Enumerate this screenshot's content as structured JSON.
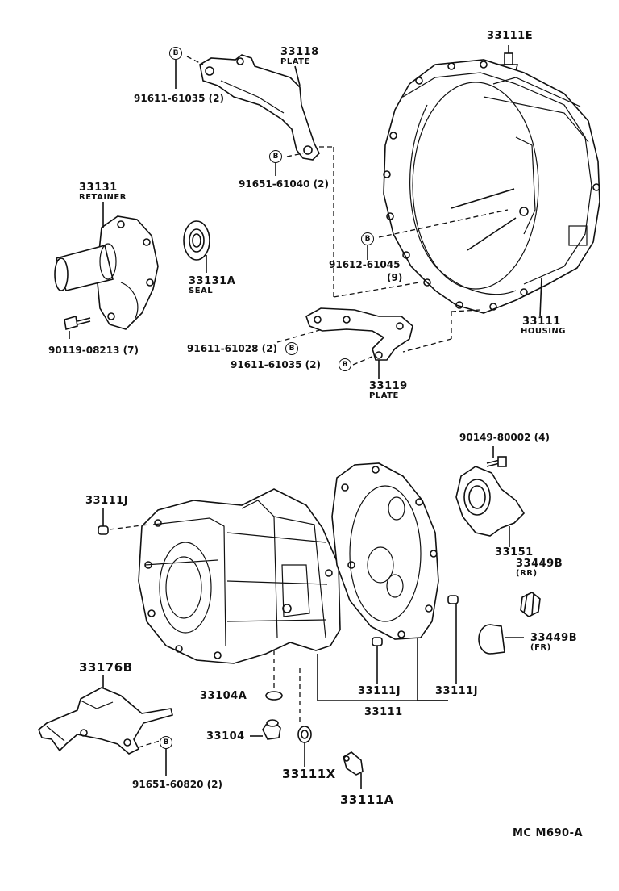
{
  "parts": {
    "p33118": "33118",
    "p33118_name": "PLATE",
    "p33111E": "33111E",
    "p91611_61035_top": "91611-61035 (2)",
    "p91651_61040": "91651-61040 (2)",
    "p33131": "33131",
    "p33131_name": "RETAINER",
    "p33131A": "33131A",
    "p33131A_name": "SEAL",
    "p90119_08213": "90119-08213 (7)",
    "p91612_61045": "91612-61045",
    "p91612_qty": "(9)",
    "p33111": "33111",
    "p33111_housing_name": "HOUSING",
    "p91611_61028": "91611-61028 (2)",
    "p91611_61035_mid": "91611-61035 (2)",
    "p33119": "33119",
    "p33119_name": "PLATE",
    "p90149_80002": "90149-80002 (4)",
    "p33111J": "33111J",
    "p33151": "33151",
    "p33449B": "33449B",
    "rr": "(RR)",
    "fr": "(FR)",
    "p33176B": "33176B",
    "p33104A": "33104A",
    "p33104": "33104",
    "p33111X": "33111X",
    "p33111A": "33111A",
    "p91651_60820": "91651-60820 (2)",
    "bolt_marker": "B"
  },
  "footer": {
    "code": "MC  M690-A"
  }
}
